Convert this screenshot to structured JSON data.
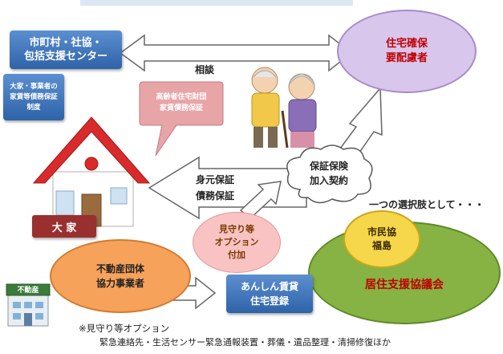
{
  "municipality": {
    "line1": "市町村・社協・",
    "line2": "包括支援センター"
  },
  "housing_provider": {
    "line1": "住宅確保",
    "line2": "要配慮者"
  },
  "consultation_label": "相談",
  "landlord_guarantee": {
    "line1": "大家・事業者の",
    "line2": "家賃等債務保証",
    "line3": "制度"
  },
  "elderly_guarantee": {
    "line1": "高齢者住宅財団",
    "line2": "家賃債務保証"
  },
  "identity_guarantee": {
    "line1": "身元保証",
    "line2": "債務保証"
  },
  "insurance_contract": {
    "line1": "保証保険",
    "line2": "加入契約"
  },
  "landlord_label": "大 家",
  "watch_option": {
    "line1": "見守り等",
    "line2": "オプション",
    "line3": "付加"
  },
  "choice_text": "一つの選択肢として・・・",
  "coop": {
    "line1": "市民協",
    "line2": "福島"
  },
  "council": "居住支援協議会",
  "real_estate": {
    "line1": "不動産団体",
    "line2": "協力事業者"
  },
  "real_estate_sign": "不動産",
  "anshin": {
    "line1": "あんしん賃貸",
    "line2": "住宅登録"
  },
  "footnote": {
    "line1": "※見守り等オプション",
    "line2": "緊急連絡先・生活センサー緊急通報装置・葬儀・遺品整理・清掃修復ほか"
  },
  "colors": {
    "blue_box": "#3a6fb5",
    "lavender": "#d9c6ec",
    "pink_callout": "#e8a5a8",
    "orange": "#f6a25a",
    "green": "#86b344",
    "yellow": "#f6d64a",
    "red_roof": "#d92b2b",
    "maroon_sign": "#9a2f2f"
  }
}
